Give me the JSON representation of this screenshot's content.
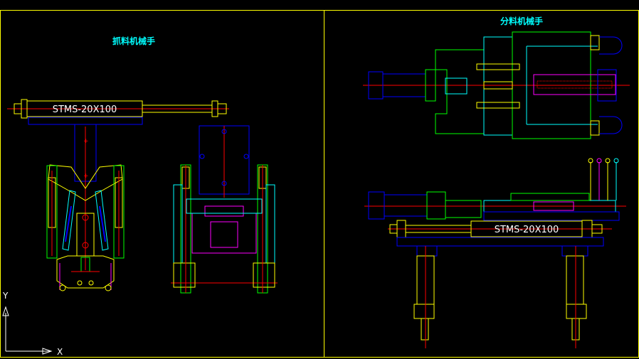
{
  "left_view": {
    "title": "抓料机械手",
    "cylinder_label": "STMS-20X100"
  },
  "right_view": {
    "title": "分料机械手",
    "cylinder_label": "STMS-20X100"
  },
  "ucs": {
    "y_label": "Y",
    "x_label": "X"
  },
  "colors": {
    "background": "#000000",
    "border": "#ffff00",
    "blue": "#0000ff",
    "yellow": "#ffff00",
    "green": "#00ff00",
    "cyan": "#00ffff",
    "magenta": "#ff00ff",
    "red": "#ff0000",
    "white": "#ffffff"
  }
}
